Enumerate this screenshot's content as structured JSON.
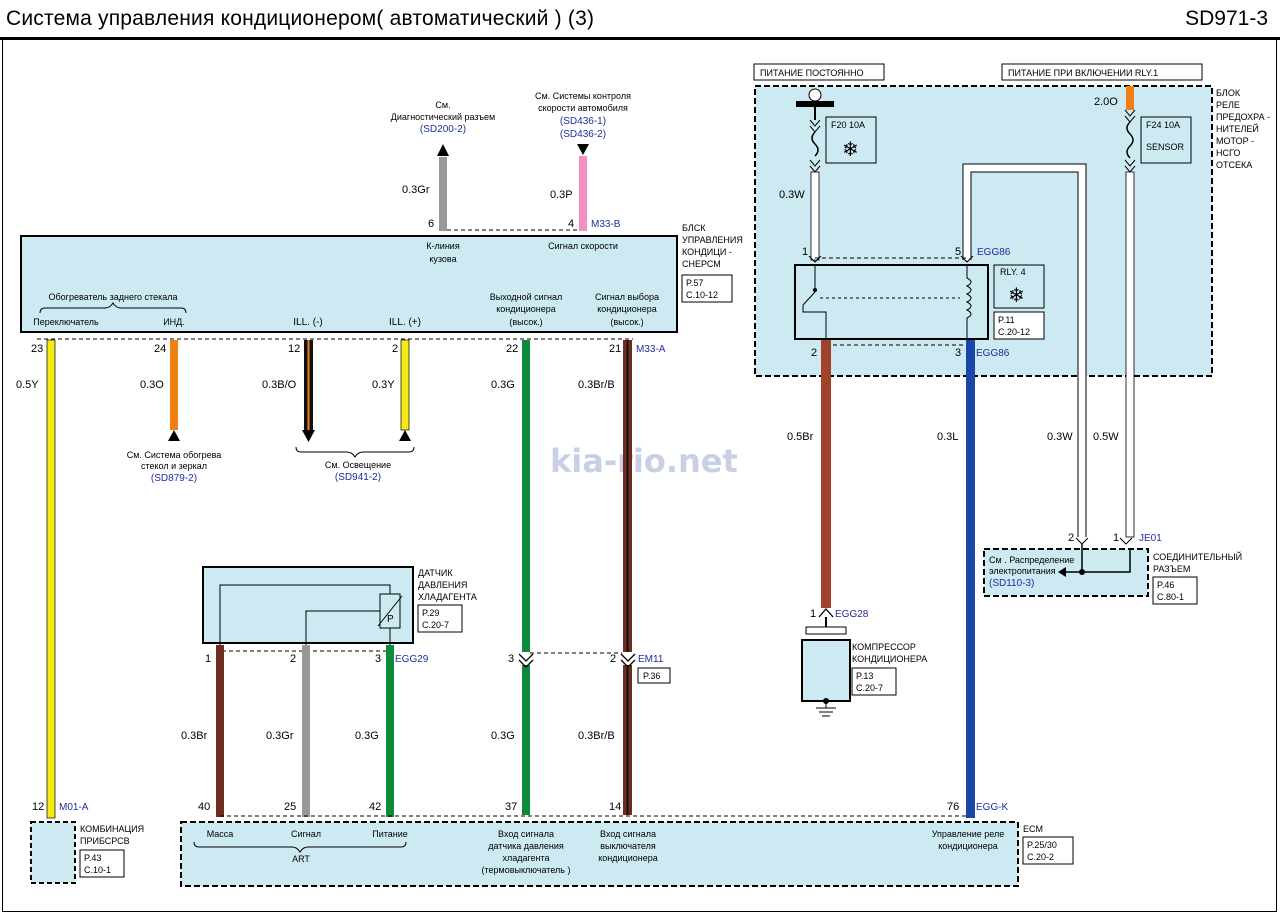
{
  "header": {
    "title": "Система  управления кондиционером( автоматический ) (3)",
    "code": "SD971-3"
  },
  "watermark": "kia-rio.net",
  "top_refs": {
    "diag": {
      "line1": "См.",
      "line2": "Диагностический разъем",
      "ref": "(SD200-2)"
    },
    "speed": {
      "line1": "См. Системы контроля",
      "line2": "скорости автомобиля",
      "ref1": "(SD436-1)",
      "ref2": "(SD436-2)"
    }
  },
  "top_wires": {
    "gray": {
      "label": "0.3Gr",
      "pin": "6",
      "color": "#999999"
    },
    "pink": {
      "label": "0.3P",
      "pin": "4",
      "color": "#f48fc4"
    },
    "connector": "M33-B"
  },
  "control_unit": {
    "title": [
      "БЛСК",
      "УПРАВЛЕНИЯ",
      "КОНДИЦИ -",
      "СНЕРСМ"
    ],
    "page": [
      "P.57",
      "C.10-12"
    ],
    "k_line": [
      "К-линия",
      "кузова"
    ],
    "speed_signal": "Сигнал скорости",
    "rear_heater": "Обогреватель заднего стекала",
    "switch_label": "Переключатель",
    "ind_label": "ИНД.",
    "ill_minus": "ILL. (-)",
    "ill_plus": "ILL. (+)",
    "output_signal": [
      "Выходной сигнал",
      "кондиционера",
      "(высок.)"
    ],
    "select_signal": [
      "Сигнал выбора",
      "кондиционера",
      "(высок.)"
    ]
  },
  "bottom_pins": {
    "p23": "23",
    "p24": "24",
    "p12": "12",
    "p2": "2",
    "p22": "22",
    "p21": "21",
    "connector": "M33-A"
  },
  "wires": {
    "w05Y": "0.5Y",
    "w03O": "0.3O",
    "w03BO": "0.3B/O",
    "w03Y": "0.3Y",
    "w03G_a": "0.3G",
    "w03BrB_a": "0.3Br/B",
    "w05Br": "0.5Br",
    "w03L": "0.3L",
    "w03W": "0.3W",
    "w05W": "0.5W",
    "w03Br_b": "0.3Br",
    "w03Gr_b": "0.3Gr",
    "w03G_b": "0.3G",
    "w03G_c": "0.3G",
    "w03BrB_c": "0.3Br/B"
  },
  "mirror_ref": {
    "line1": "См. Система  обогрева",
    "line2": "стекол и зеркал",
    "ref": "(SD879-2)"
  },
  "light_ref": {
    "line1": "См. Освещение",
    "ref": "(SD941-2)"
  },
  "power": {
    "constant": "ПИТАНИЕ  ПОСТОЯННО",
    "ignition": "ПИТАНИЕ  ПРИ  ВКЛЮЧЕНИИ  RLY.1",
    "fuse1": "F20 10A",
    "fuse2": "F24 10A",
    "sensor": "SENSOR",
    "val_2o": "2.0O"
  },
  "fuse_box": {
    "label": [
      "БЛОК",
      "РЕЛЕ",
      "ПРЕДОХРА -",
      "НИТЕЛЕЙ",
      "МОТОР -",
      "НСГО",
      "ОТСЕКА"
    ]
  },
  "relay": {
    "name": "RLY. 4",
    "page": [
      "P.11",
      "C.20-12"
    ],
    "pin1": "1",
    "pin5": "5",
    "pin2": "2",
    "pin3": "3",
    "conn_top": "EGG86",
    "conn_bottom": "EGG86"
  },
  "compressor": {
    "pin": "1",
    "conn": "EGG28",
    "label": [
      "КОМПРЕССОР",
      "КОНДИЦИОНЕРА"
    ],
    "page": [
      "P.13",
      "C.20-7"
    ]
  },
  "joint": {
    "pin2": "2",
    "pin1": "1",
    "conn": "JE01",
    "ref": [
      "См . Распределение",
      "электропитания"
    ],
    "ref_code": "(SD110-3)",
    "label": [
      "СОЕДИНИТЕЛЬНЫЙ",
      "РАЗЪЕМ"
    ],
    "page": [
      "P.46",
      "C.80-1"
    ]
  },
  "pressure_sensor": {
    "label": [
      "ДАТЧИК",
      "ДАВЛЕНИЯ",
      "ХЛАДАГЕНТА"
    ],
    "page": [
      "P.29",
      "C.20-7"
    ],
    "pin1": "1",
    "pin2": "2",
    "pin3": "3",
    "conn": "EGG29",
    "symbol": "P"
  },
  "em11": {
    "pin3": "3",
    "pin2": "2",
    "conn": "EM11",
    "page": "P.36"
  },
  "cluster": {
    "pin": "12",
    "conn": "M01-A",
    "label": [
      "КОМБИНАЦИЯ",
      "ПРИБСРСВ"
    ],
    "page": [
      "P.43",
      "C.10-1"
    ]
  },
  "ecm": {
    "name": "ECM",
    "page": [
      "P.25/30",
      "C.20-2"
    ],
    "p40": "40",
    "p25": "25",
    "p42": "42",
    "p37": "37",
    "p14": "14",
    "p76": "76",
    "conn": "EGG-K",
    "massa": "Масса",
    "signal": "Сигнал",
    "power": "Питание",
    "art": "ART",
    "sensor_input": [
      "Вход сигнала",
      "датчика давления",
      "хладагента",
      "(термовыключатель )"
    ],
    "switch_input": [
      "Вход сигнала",
      "выключателя",
      "кондиционера"
    ],
    "relay_control": [
      "Управление реле",
      "кондиционера"
    ]
  },
  "colors": {
    "panel": "#cdeaf2",
    "blue_text": "#1e2e9e",
    "yellow": "#f5ea12",
    "orange": "#f07e13",
    "green": "#0e8a3b",
    "brown": "#6e2e1e",
    "gray": "#999999",
    "pink": "#f48fc4",
    "blue": "#1b45a6"
  }
}
